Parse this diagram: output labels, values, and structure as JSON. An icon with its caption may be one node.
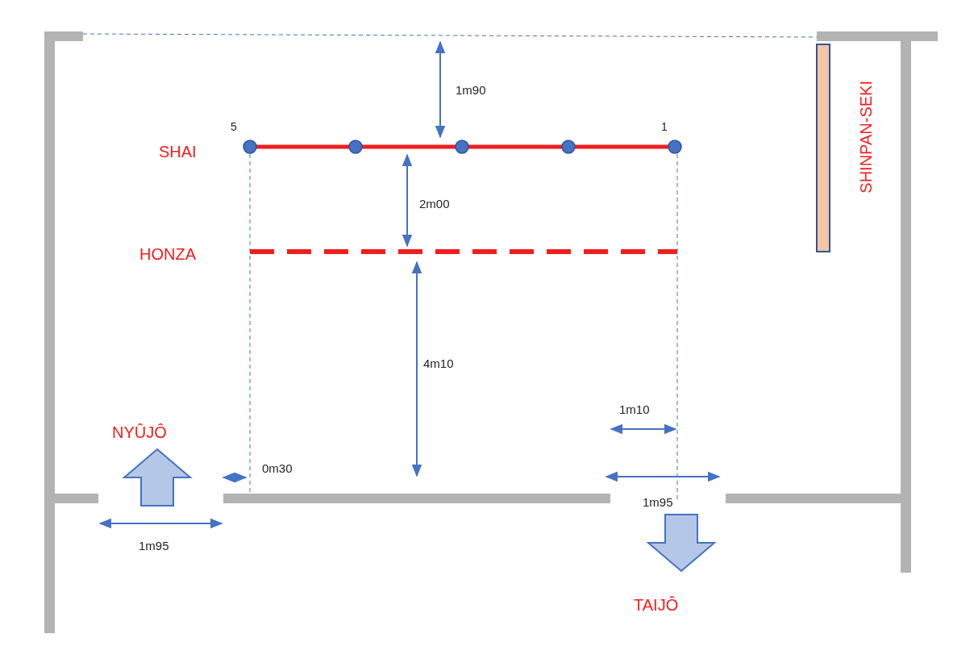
{
  "diagram": {
    "labels": [
      "1m90",
      "5",
      "1",
      "SHAI",
      "SHINPAN-SEKI",
      "2m00",
      "HONZA",
      "4m10",
      "1m10",
      "NYÛJÔ",
      "0m30",
      "1m95",
      "1m95",
      "TAIJÔ"
    ]
  }
}
